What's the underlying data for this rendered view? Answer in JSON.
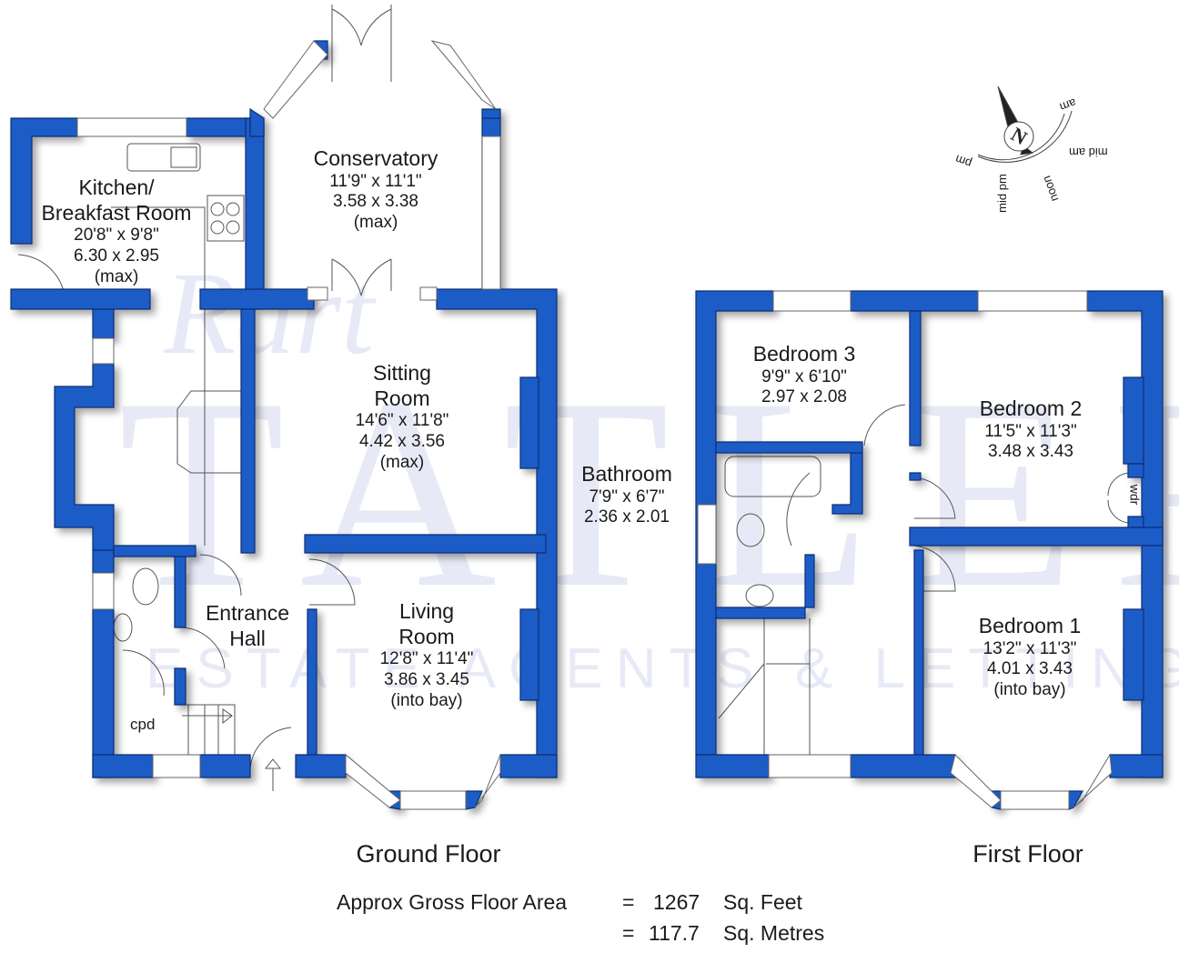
{
  "colors": {
    "wall": "#1e5bc6",
    "wall_edge": "#0c2f75",
    "watermark": "#dfe4f4",
    "text": "#1a1a1a"
  },
  "watermark": {
    "script": "Rart",
    "main": "TATLER",
    "sub": "ESTATE AGENTS & LETTINGS"
  },
  "compass": {
    "north_label": "N",
    "labels": [
      "am",
      "mid am",
      "noon",
      "mid pm",
      "pm"
    ]
  },
  "ground_floor": {
    "title": "Ground Floor",
    "rooms": [
      {
        "name": "Kitchen/",
        "name2": "Breakfast Room",
        "imperial": "20'8\" x  9'8\"",
        "metric": "6.30  x  2.95",
        "note": "(max)"
      },
      {
        "name": "Conservatory",
        "imperial": "11'9\" x 11'1\"",
        "metric": "3.58  x  3.38",
        "note": "(max)"
      },
      {
        "name": "Sitting",
        "name2": "Room",
        "imperial": "14'6\" x 11'8\"",
        "metric": "4.42  x  3.56",
        "note": "(max)"
      },
      {
        "name": "Entrance",
        "name2": "Hall"
      },
      {
        "name": "Living",
        "name2": "Room",
        "imperial": "12'8\" x 11'4\"",
        "metric": "3.86  x  3.45",
        "note": "(into bay)"
      },
      {
        "name": "cpd"
      }
    ]
  },
  "first_floor": {
    "title": "First Floor",
    "rooms": [
      {
        "name": "Bedroom 3",
        "imperial": "9'9\"  x 6'10\"",
        "metric": "2.97  x  2.08"
      },
      {
        "name": "Bedroom 2",
        "imperial": "11'5\" x 11'3\"",
        "metric": "3.48  x  3.43"
      },
      {
        "name": "Bathroom",
        "imperial": "7'9\"  x  6'7\"",
        "metric": "2.36  x  2.01"
      },
      {
        "name": "Bedroom 1",
        "imperial": "13'2\" x 11'3\"",
        "metric": "4.01  x  3.43",
        "note": "(into bay)"
      },
      {
        "name": "wdr"
      }
    ]
  },
  "area": {
    "line1_label": "Approx Gross Floor Area",
    "line1_eq": "=",
    "sqft_value": "1267",
    "sqft_unit": "Sq. Feet",
    "line2_eq": "=",
    "sqm_value": "117.7",
    "sqm_unit": "Sq. Metres"
  }
}
